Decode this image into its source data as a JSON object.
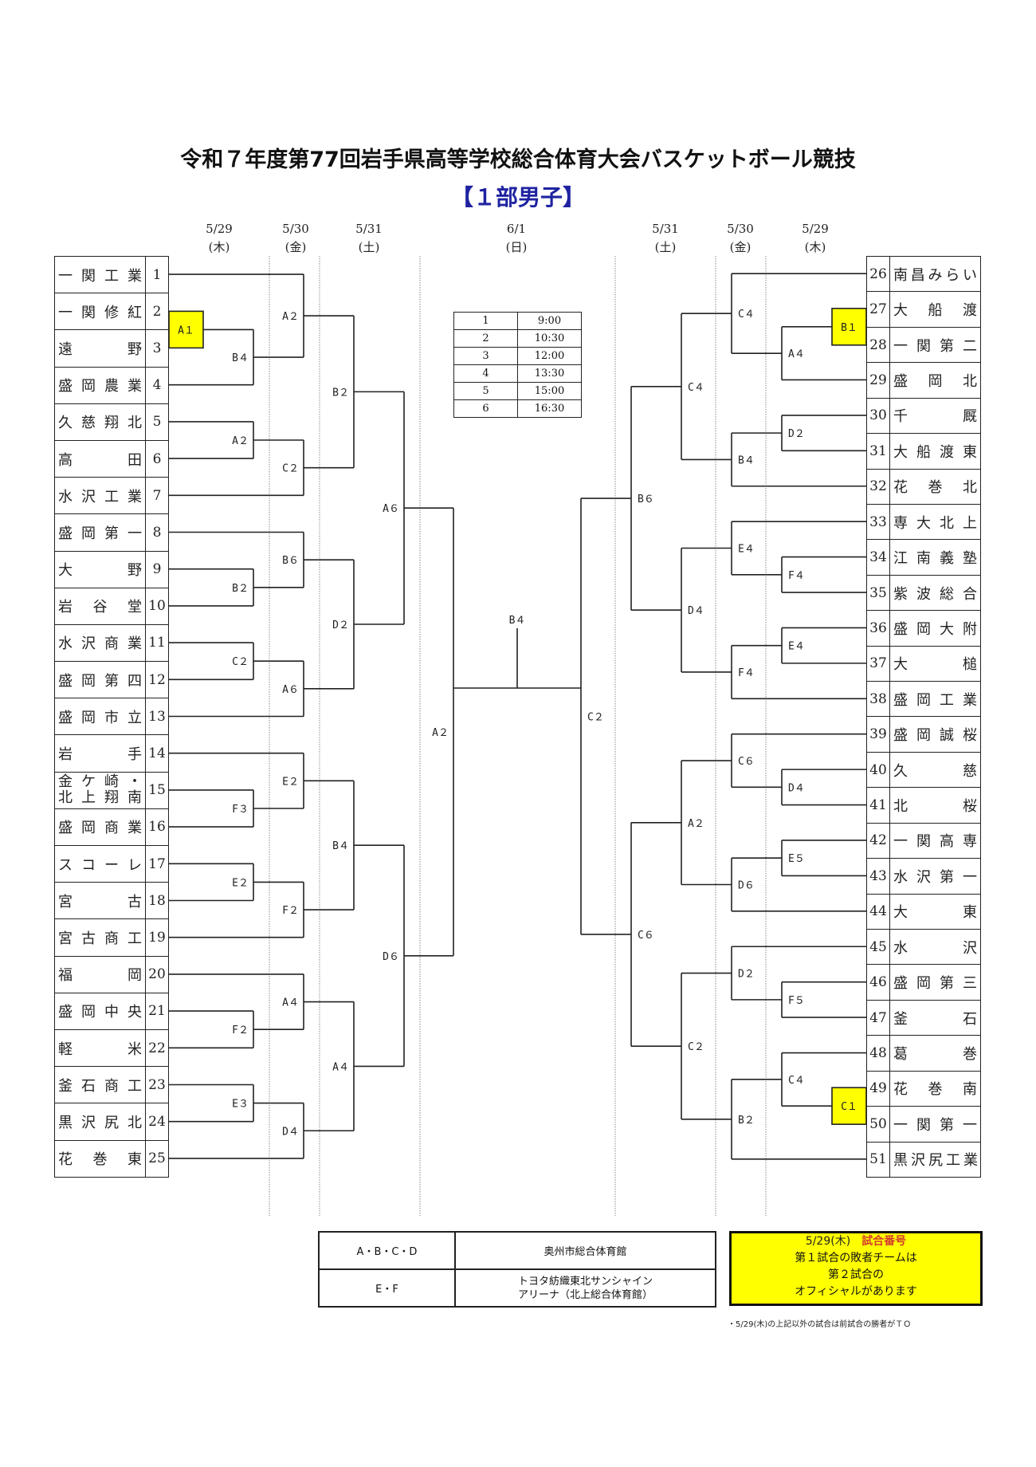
{
  "title": "令和７年度第77回岩手県高等学校総合体育大会バスケットボール競技",
  "subtitle": "【１部男子】",
  "date_headers": {
    "left": [
      {
        "date": "5/29",
        "day": "(木)"
      },
      {
        "date": "5/30",
        "day": "(金)"
      },
      {
        "date": "5/31",
        "day": "(土)"
      }
    ],
    "center": {
      "date": "6/1",
      "day": "(日)"
    },
    "right": [
      {
        "date": "5/31",
        "day": "(土)"
      },
      {
        "date": "5/30",
        "day": "(金)"
      },
      {
        "date": "5/29",
        "day": "(木)"
      }
    ]
  },
  "teams_left": [
    {
      "no": "1",
      "name": [
        "一",
        "関",
        "工",
        "業"
      ]
    },
    {
      "no": "2",
      "name": [
        "一",
        "関",
        "修",
        "紅"
      ]
    },
    {
      "no": "3",
      "name": [
        "遠",
        "野"
      ]
    },
    {
      "no": "4",
      "name": [
        "盛",
        "岡",
        "農",
        "業"
      ]
    },
    {
      "no": "5",
      "name": [
        "久",
        "慈",
        "翔",
        "北"
      ]
    },
    {
      "no": "6",
      "name": [
        "高",
        "田"
      ]
    },
    {
      "no": "7",
      "name": [
        "水",
        "沢",
        "工",
        "業"
      ]
    },
    {
      "no": "8",
      "name": [
        "盛",
        "岡",
        "第",
        "一"
      ]
    },
    {
      "no": "9",
      "name": [
        "大",
        "野"
      ]
    },
    {
      "no": "10",
      "name": [
        "岩",
        "谷",
        "堂"
      ]
    },
    {
      "no": "11",
      "name": [
        "水",
        "沢",
        "商",
        "業"
      ]
    },
    {
      "no": "12",
      "name": [
        "盛",
        "岡",
        "第",
        "四"
      ]
    },
    {
      "no": "13",
      "name": [
        "盛",
        "岡",
        "市",
        "立"
      ]
    },
    {
      "no": "14",
      "name": [
        "岩",
        "手"
      ]
    },
    {
      "no": "15",
      "name": [
        "金",
        "ケ",
        "崎",
        "・"
      ],
      "name2": [
        "北",
        "上",
        "翔",
        "南"
      ]
    },
    {
      "no": "16",
      "name": [
        "盛",
        "岡",
        "商",
        "業"
      ]
    },
    {
      "no": "17",
      "name": [
        "ス",
        "コ",
        "ー",
        "レ"
      ]
    },
    {
      "no": "18",
      "name": [
        "宮",
        "古"
      ]
    },
    {
      "no": "19",
      "name": [
        "宮",
        "古",
        "商",
        "工"
      ]
    },
    {
      "no": "20",
      "name": [
        "福",
        "岡"
      ]
    },
    {
      "no": "21",
      "name": [
        "盛",
        "岡",
        "中",
        "央"
      ]
    },
    {
      "no": "22",
      "name": [
        "軽",
        "米"
      ]
    },
    {
      "no": "23",
      "name": [
        "釜",
        "石",
        "商",
        "工"
      ]
    },
    {
      "no": "24",
      "name": [
        "黒",
        "沢",
        "尻",
        "北"
      ]
    },
    {
      "no": "25",
      "name": [
        "花",
        "巻",
        "東"
      ]
    }
  ],
  "teams_right": [
    {
      "no": "26",
      "name": [
        "南",
        "昌",
        "み",
        "ら",
        "い"
      ]
    },
    {
      "no": "27",
      "name": [
        "大",
        "船",
        "渡"
      ]
    },
    {
      "no": "28",
      "name": [
        "一",
        "関",
        "第",
        "二"
      ]
    },
    {
      "no": "29",
      "name": [
        "盛",
        "岡",
        "北"
      ]
    },
    {
      "no": "30",
      "name": [
        "千",
        "厩"
      ]
    },
    {
      "no": "31",
      "name": [
        "大",
        "船",
        "渡",
        "東"
      ]
    },
    {
      "no": "32",
      "name": [
        "花",
        "巻",
        "北"
      ]
    },
    {
      "no": "33",
      "name": [
        "専",
        "大",
        "北",
        "上"
      ]
    },
    {
      "no": "34",
      "name": [
        "江",
        "南",
        "義",
        "塾"
      ]
    },
    {
      "no": "35",
      "name": [
        "紫",
        "波",
        "総",
        "合"
      ]
    },
    {
      "no": "36",
      "name": [
        "盛",
        "岡",
        "大",
        "附"
      ]
    },
    {
      "no": "37",
      "name": [
        "大",
        "槌"
      ]
    },
    {
      "no": "38",
      "name": [
        "盛",
        "岡",
        "工",
        "業"
      ]
    },
    {
      "no": "39",
      "name": [
        "盛",
        "岡",
        "誠",
        "桜"
      ]
    },
    {
      "no": "40",
      "name": [
        "久",
        "慈"
      ]
    },
    {
      "no": "41",
      "name": [
        "北",
        "桜"
      ]
    },
    {
      "no": "42",
      "name": [
        "一",
        "関",
        "高",
        "専"
      ]
    },
    {
      "no": "43",
      "name": [
        "水",
        "沢",
        "第",
        "一"
      ]
    },
    {
      "no": "44",
      "name": [
        "大",
        "東"
      ]
    },
    {
      "no": "45",
      "name": [
        "水",
        "沢"
      ]
    },
    {
      "no": "46",
      "name": [
        "盛",
        "岡",
        "第",
        "三"
      ]
    },
    {
      "no": "47",
      "name": [
        "釜",
        "石"
      ]
    },
    {
      "no": "48",
      "name": [
        "葛",
        "巻"
      ]
    },
    {
      "no": "49",
      "name": [
        "花",
        "巻",
        "南"
      ]
    },
    {
      "no": "50",
      "name": [
        "一",
        "関",
        "第",
        "一"
      ]
    },
    {
      "no": "51",
      "name": [
        "黒",
        "沢",
        "尻",
        "工",
        "業"
      ],
      "tight": true
    }
  ],
  "bracket_left": {
    "label": "A２",
    "round": 4,
    "children": [
      {
        "label": "A６",
        "round": 3,
        "children": [
          {
            "label": "B２",
            "round": 2,
            "children": [
              {
                "label": "A２",
                "round": 1,
                "children": [
                  1,
                  {
                    "label": "B４",
                    "round": 0,
                    "children": [
                      {
                        "label": "A１",
                        "highlight": true,
                        "children": [
                          2,
                          3
                        ]
                      },
                      4
                    ]
                  }
                ]
              },
              {
                "label": "C２",
                "round": 1,
                "children": [
                  {
                    "label": "A２",
                    "round": 0,
                    "children": [
                      5,
                      6
                    ]
                  },
                  7
                ]
              }
            ]
          },
          {
            "label": "D２",
            "round": 2,
            "children": [
              {
                "label": "B６",
                "round": 1,
                "children": [
                  8,
                  {
                    "label": "B２",
                    "round": 0,
                    "children": [
                      9,
                      10
                    ]
                  }
                ]
              },
              {
                "label": "A６",
                "round": 1,
                "children": [
                  {
                    "label": "C２",
                    "round": 0,
                    "children": [
                      11,
                      12
                    ]
                  },
                  13
                ]
              }
            ]
          }
        ]
      },
      {
        "label": "D６",
        "round": 3,
        "children": [
          {
            "label": "B４",
            "round": 2,
            "children": [
              {
                "label": "E２",
                "round": 1,
                "children": [
                  14,
                  {
                    "label": "F３",
                    "round": 0,
                    "children": [
                      15,
                      16
                    ]
                  }
                ]
              },
              {
                "label": "F２",
                "round": 1,
                "children": [
                  {
                    "label": "E２",
                    "round": 0,
                    "children": [
                      17,
                      18
                    ]
                  },
                  19
                ]
              }
            ]
          },
          {
            "label": "A４",
            "round": 2,
            "children": [
              {
                "label": "A４",
                "round": 1,
                "children": [
                  20,
                  {
                    "label": "F２",
                    "round": 0,
                    "children": [
                      21,
                      22
                    ]
                  }
                ]
              },
              {
                "label": "D４",
                "round": 1,
                "children": [
                  {
                    "label": "E３",
                    "round": 0,
                    "children": [
                      23,
                      24
                    ]
                  },
                  25
                ]
              }
            ]
          }
        ]
      }
    ]
  },
  "bracket_right": {
    "label": "C２",
    "round": 4,
    "children": [
      {
        "label": "B６",
        "round": 3,
        "children": [
          {
            "label": "C４",
            "round": 2,
            "children": [
              {
                "label": "C４",
                "round": 1,
                "children": [
                  26,
                  {
                    "label": "A４",
                    "round": 0,
                    "children": [
                      {
                        "label": "B１",
                        "highlight": true,
                        "children": [
                          27,
                          28
                        ]
                      },
                      29
                    ]
                  }
                ]
              },
              {
                "label": "B４",
                "round": 1,
                "children": [
                  {
                    "label": "D２",
                    "round": 0,
                    "children": [
                      30,
                      31
                    ]
                  },
                  32
                ]
              }
            ]
          },
          {
            "label": "D４",
            "round": 2,
            "children": [
              {
                "label": "E４",
                "round": 1,
                "children": [
                  33,
                  {
                    "label": "F４",
                    "round": 0,
                    "children": [
                      34,
                      35
                    ]
                  }
                ]
              },
              {
                "label": "F４",
                "round": 1,
                "children": [
                  {
                    "label": "E４",
                    "round": 0,
                    "children": [
                      36,
                      37
                    ]
                  },
                  38
                ]
              }
            ]
          }
        ]
      },
      {
        "label": "C６",
        "round": 3,
        "children": [
          {
            "label": "A２",
            "round": 2,
            "children": [
              {
                "label": "C６",
                "round": 1,
                "children": [
                  39,
                  {
                    "label": "D４",
                    "round": 0,
                    "children": [
                      40,
                      41
                    ]
                  }
                ]
              },
              {
                "label": "D６",
                "round": 1,
                "children": [
                  {
                    "label": "E５",
                    "round": 0,
                    "children": [
                      42,
                      43
                    ]
                  },
                  44
                ]
              }
            ]
          },
          {
            "label": "C２",
            "round": 2,
            "children": [
              {
                "label": "D２",
                "round": 1,
                "children": [
                  45,
                  {
                    "label": "F５",
                    "round": 0,
                    "children": [
                      46,
                      47
                    ]
                  }
                ]
              },
              {
                "label": "B２",
                "round": 1,
                "children": [
                  {
                    "label": "C４",
                    "round": 0,
                    "children": [
                      48,
                      {
                        "label": "C１",
                        "highlight": true,
                        "children": [
                          49,
                          50
                        ]
                      }
                    ]
                  },
                  51
                ]
              }
            ]
          }
        ]
      }
    ]
  },
  "final": {
    "label": "B４"
  },
  "schedule": [
    {
      "game": "1",
      "time": "9:00"
    },
    {
      "game": "2",
      "time": "10:30"
    },
    {
      "game": "3",
      "time": "12:00"
    },
    {
      "game": "4",
      "time": "13:30"
    },
    {
      "game": "5",
      "time": "15:00"
    },
    {
      "game": "6",
      "time": "16:30"
    }
  ],
  "venues": [
    {
      "courts": "A・B・C・D",
      "venue": [
        "奥州市総合体育館"
      ]
    },
    {
      "courts": "E・F",
      "venue": [
        "トヨタ紡織東北サンシャイン",
        "アリーナ（北上総合体育館）"
      ]
    }
  ],
  "note_box": {
    "date": "5/29(木)",
    "heading": "試合番号",
    "lines": [
      "第１試合の敗者チームは",
      "第２試合の",
      "オフィシャルがあります"
    ]
  },
  "footnote": "・5/29(木)の上記以外の試合は前試合の勝者がＴＯ",
  "colors": {
    "highlight": "#ffff00",
    "highlight_text": "#c8860a",
    "subtitle": "#1f23a0",
    "heading_red": "#d23b2e"
  }
}
